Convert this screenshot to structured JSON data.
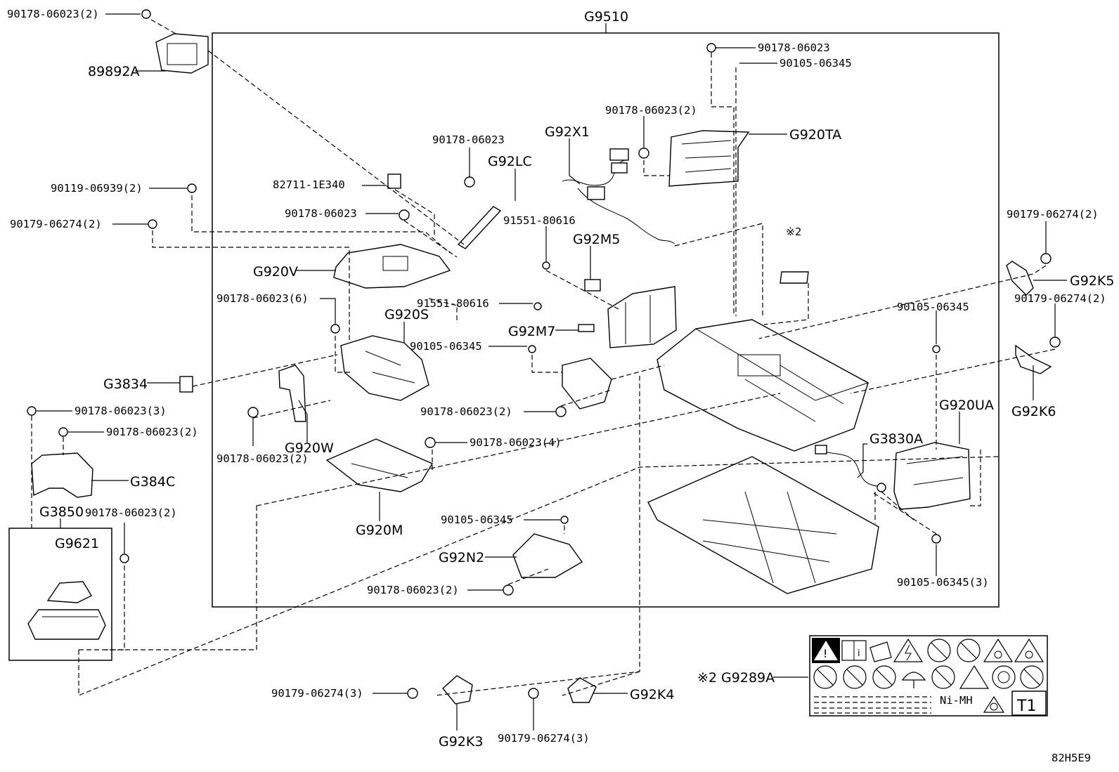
{
  "assembly": "G9510",
  "figure_code": "82H5E9",
  "note_mark": "※2",
  "caution_label": {
    "part": "※2 G9289A",
    "battery_type": "Ni-MH",
    "code": "T1"
  },
  "callouts": [
    "90178-06023(2)",
    "89892A",
    "90178-06023",
    "90105-06345",
    "90178-06023(2)",
    "G920TA",
    "G92X1",
    "90178-06023",
    "G92LC",
    "82711-1E340",
    "90119-06939(2)",
    "90178-06023",
    "91551-80616",
    "90179-06274(2)",
    "G92M5",
    "※2",
    "90179-06274(2)",
    "G920V",
    "G92K5",
    "90179-06274(2)",
    "90178-06023(6)",
    "91551-80616",
    "G920S",
    "90105-06345",
    "G92M7",
    "90105-06345",
    "G3834",
    "90178-06023(3)",
    "90178-06023(2)",
    "G92K6",
    "G920UA",
    "90178-06023(2)",
    "G3830A",
    "90178-06023(2)",
    "G920W",
    "90178-06023(4)",
    "G384C",
    "G3850",
    "90178-06023(2)",
    "G9621",
    "G920M",
    "90105-06345",
    "G92N2",
    "90178-06023(2)",
    "90105-06345(3)",
    "90179-06274(3)",
    "G92K4",
    "G92K3",
    "90179-06274(3)"
  ]
}
